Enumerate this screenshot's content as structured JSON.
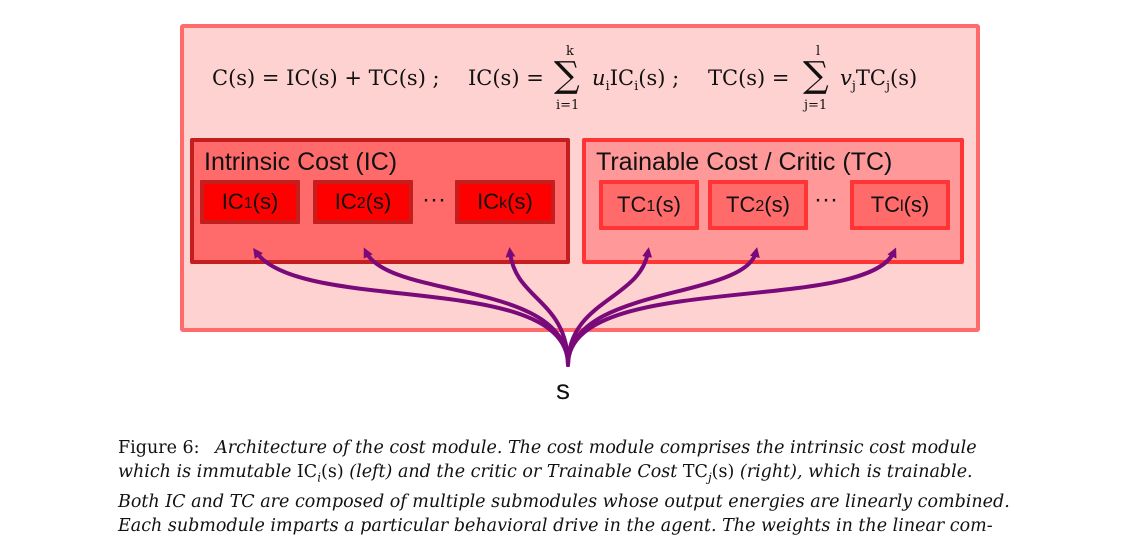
{
  "formula": {
    "c_s": "C(s) = IC(s) + TC(s) ;",
    "ic_s": "IC(s) =",
    "ic_sum_top": "k",
    "ic_sum_bottom": "i=1",
    "ic_term": "u",
    "ic_term_sub": "i",
    "ic_term_fn": "IC",
    "ic_term_fn_sub": "i",
    "ic_term_arg": "(s) ;",
    "tc_s": "TC(s) =",
    "tc_sum_top": "l",
    "tc_sum_bottom": "j=1",
    "tc_term": "v",
    "tc_term_sub": "j",
    "tc_term_fn": "TC",
    "tc_term_fn_sub": "j",
    "tc_term_arg": "(s)"
  },
  "intrinsic": {
    "title": "Intrinsic Cost (IC)",
    "modules": [
      {
        "prefix": "IC",
        "sub": "1",
        "suffix": "(s)"
      },
      {
        "prefix": "IC",
        "sub": "2",
        "suffix": "(s)"
      },
      {
        "prefix": "IC",
        "sub": "k",
        "suffix": "(s)"
      }
    ],
    "ellipsis": "···"
  },
  "trainable": {
    "title": "Trainable Cost / Critic (TC)",
    "modules": [
      {
        "prefix": "TC",
        "sub": "1",
        "suffix": "(s)"
      },
      {
        "prefix": "TC",
        "sub": "2",
        "suffix": "(s)"
      },
      {
        "prefix": "TC",
        "sub": "l",
        "suffix": "(s)"
      }
    ],
    "ellipsis": "···"
  },
  "input_label": "s",
  "arrow_color": "#7a0a7a",
  "caption": {
    "label": "Figure 6:",
    "line1": "Architecture of the cost module. The cost module comprises the intrinsic cost module",
    "line2a": "which is immutable",
    "line2_ic": "IC",
    "line2_ic_sub": "i",
    "line2_ic_arg": "(s)",
    "line2b": "(left) and the critic or Trainable Cost",
    "line2_tc": "TC",
    "line2_tc_sub": "j",
    "line2_tc_arg": "(s)",
    "line2c": "(right), which is trainable.",
    "line3": "Both IC and TC are composed of multiple submodules whose output energies are linearly combined.",
    "line4": "Each submodule imparts a particular behavioral drive in the agent. The weights in the linear com-"
  }
}
